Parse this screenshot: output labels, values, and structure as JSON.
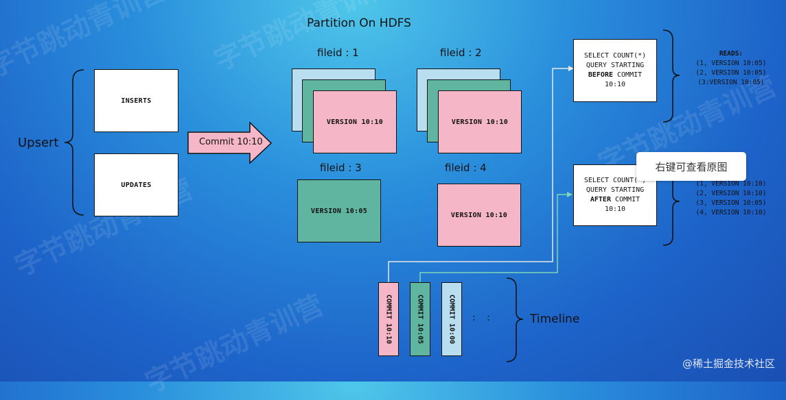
{
  "title": "Partition On HDFS",
  "upsert_label": "Upsert",
  "inserts_label": "INSERTS",
  "updates_label": "UPDATES",
  "commit_arrow_label": "Commit 10:10",
  "file_groups": [
    {
      "label": "fileid : 1",
      "version": "VERSION 10:10"
    },
    {
      "label": "fileid : 2",
      "version": "VERSION 10:10"
    },
    {
      "label": "fileid : 3",
      "version": "VERSION 10:05"
    },
    {
      "label": "fileid : 4",
      "version": "VERSION 10:10"
    }
  ],
  "query_before": {
    "line1": "SELECT COUNT(*)",
    "line2": "QUERY STARTING",
    "bold": "BEFORE",
    "rest": " COMMIT",
    "time": "10:10"
  },
  "query_after": {
    "line1": "SELECT COUNT(*)",
    "line2": "QUERY STARTING",
    "bold": "AFTER",
    "rest": " COMMIT",
    "time": "10:10"
  },
  "reads_before": [
    "READS:",
    "(1, VERSION 10:05)",
    "(2, VERSION 10:05)",
    "(3:VERSION 10:05)"
  ],
  "reads_after": [
    "(1, VERSION 10:10)",
    "(2, VERSION 10:10)",
    "(3, VERSION 10:05)",
    "(4, VERSION 10:10)"
  ],
  "commits": [
    "COMMIT 10:10",
    "COMMIT 10:05",
    "COMMIT 10:00"
  ],
  "timeline_ellipsis": ":    :",
  "timeline_label": "Timeline",
  "tooltip": "右键可查看原图",
  "credit": "@稀土掘金技术社区",
  "watermark": "字节跳动青训营",
  "colors": {
    "pink": "#f5b6c8",
    "green": "#5fb5a0",
    "light_blue": "#b9def0",
    "connector_white": "#e8e8e8",
    "connector_green": "#7fd6b8"
  }
}
